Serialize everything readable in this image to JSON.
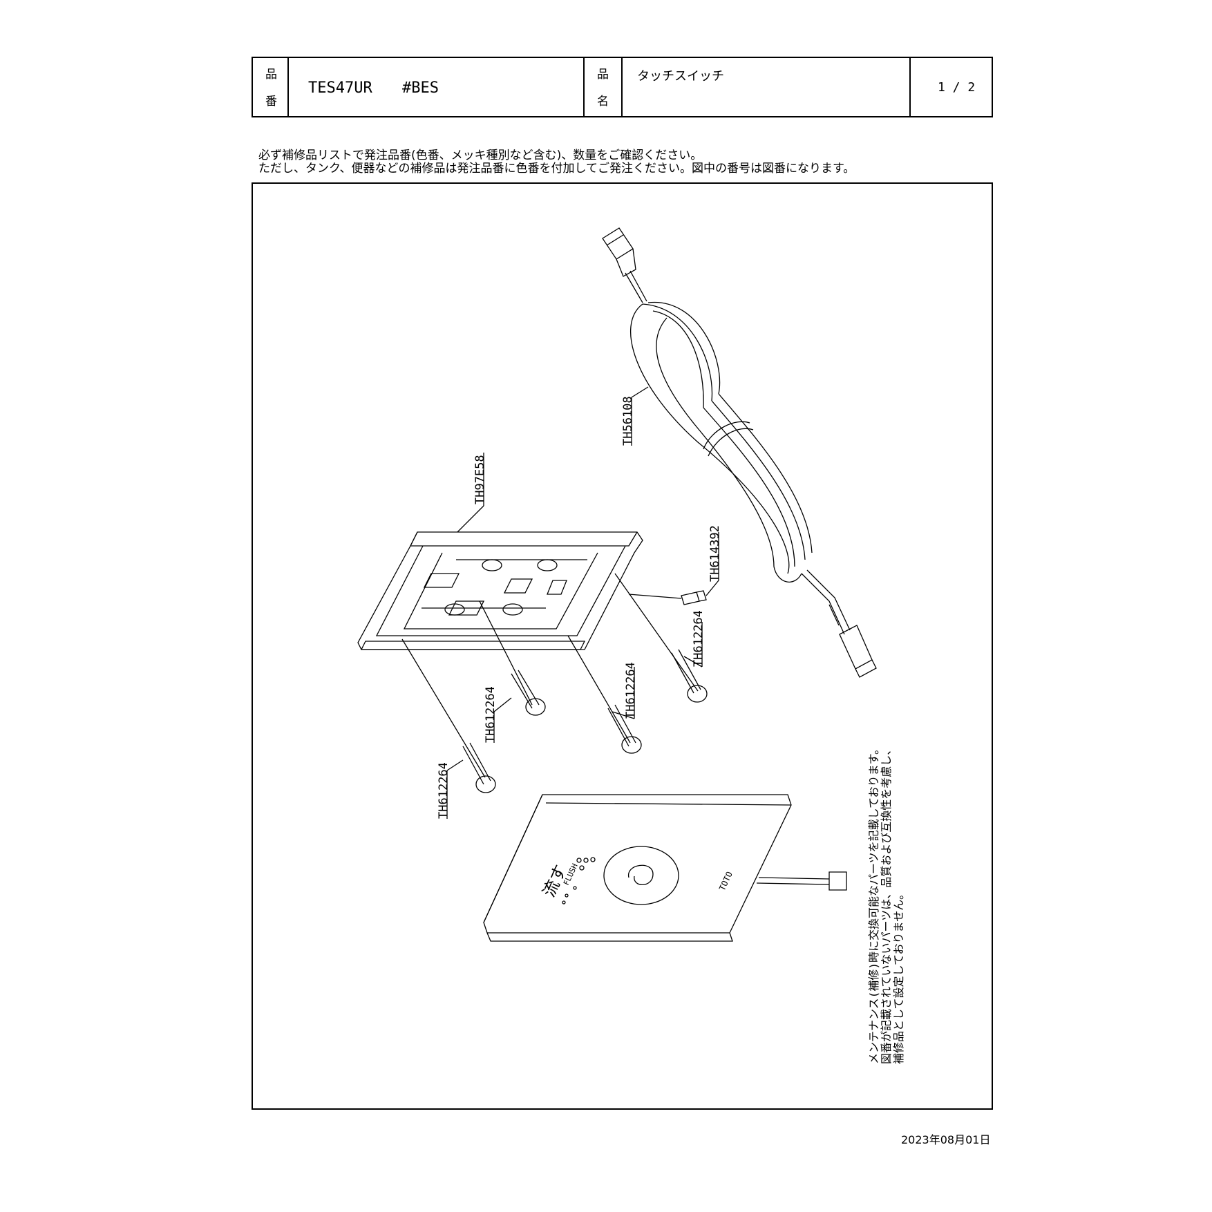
{
  "header": {
    "part_no_label_1": "品",
    "part_no_label_2": "番",
    "part_number": "TES47UR",
    "color_code": "#BES",
    "name_label_1": "品",
    "name_label_2": "名",
    "product_name": "タッチスイッチ",
    "page_indicator": "1 / 2"
  },
  "notes": {
    "line1": "必ず補修品リストで発注品番(色番、メッキ種別など含む)、数量をご確認ください。",
    "line2": "ただし、タンク、便器などの補修品は発注品番に色番を付加してご発注ください。図中の番号は図番になります。"
  },
  "parts": {
    "cable": "TH56108",
    "plate": "TH97E58",
    "small_screw": "TH614392",
    "screw_a": "TH612264",
    "screw_b": "TH612264",
    "screw_c": "TH612264",
    "screw_d": "TH612264"
  },
  "switch_face": {
    "flush_kanji": "流す",
    "flush_en": "FLUSH",
    "brand": "TOTO"
  },
  "maintenance_note": {
    "line1": "メンテナンス(補修)時に交換可能なパーツを記載しております。",
    "line2": "図番が記載されていないパーツは、品質および互換性を考慮し、",
    "line3": "補修品として設定しておりません。"
  },
  "date": "2023年08月01日"
}
